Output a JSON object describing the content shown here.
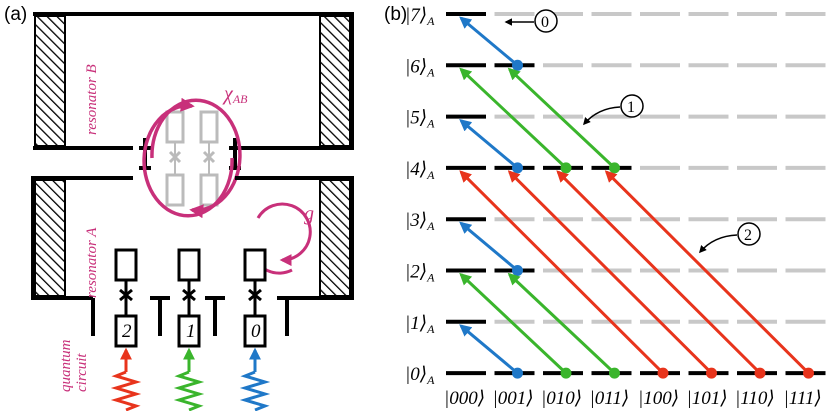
{
  "panel_a": {
    "label": "(a)",
    "resonator_b_label": "resonator B",
    "resonator_a_label": "resonator A",
    "coupling_label": "χ",
    "coupling_sub": "AB",
    "g_label": "g",
    "circuit_label_line1": "quantum",
    "circuit_label_line2": "circuit",
    "qubit_labels": [
      "2",
      "1",
      "0"
    ],
    "drive_colors": [
      "#e8341c",
      "#3ab52c",
      "#1f78c8"
    ]
  },
  "panel_b": {
    "label": "(b)",
    "level_labels": [
      "|7⟩",
      "|6⟩",
      "|5⟩",
      "|4⟩",
      "|3⟩",
      "|2⟩",
      "|1⟩",
      "|0⟩"
    ],
    "level_sub": "A",
    "state_labels": [
      "|000⟩",
      "|001⟩",
      "|010⟩",
      "|011⟩",
      "|100⟩",
      "|101⟩",
      "|110⟩",
      "|111⟩"
    ],
    "callouts": [
      "0",
      "1",
      "2"
    ],
    "colors": {
      "blue": "#1f78c8",
      "green": "#3ab52c",
      "red": "#e8341c",
      "grey": "#c8c8c8",
      "pink": "#c8307a"
    }
  }
}
